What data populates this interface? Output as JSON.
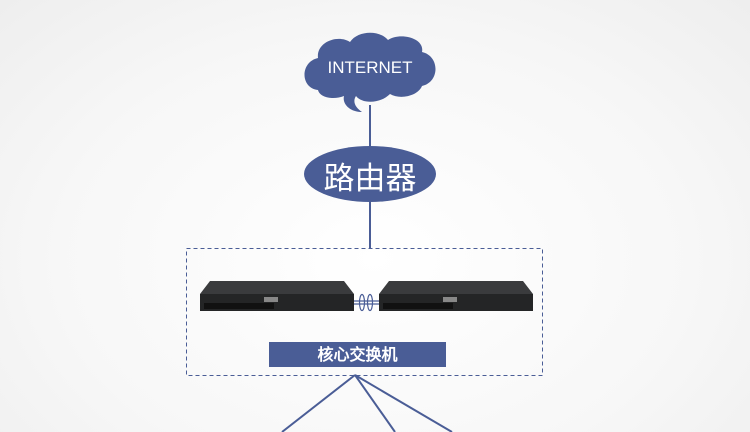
{
  "nodes": {
    "internet": "INTERNET",
    "router": "路由器",
    "core_switch": "核心交换机"
  },
  "colors": {
    "primary": "#4a5d96"
  }
}
